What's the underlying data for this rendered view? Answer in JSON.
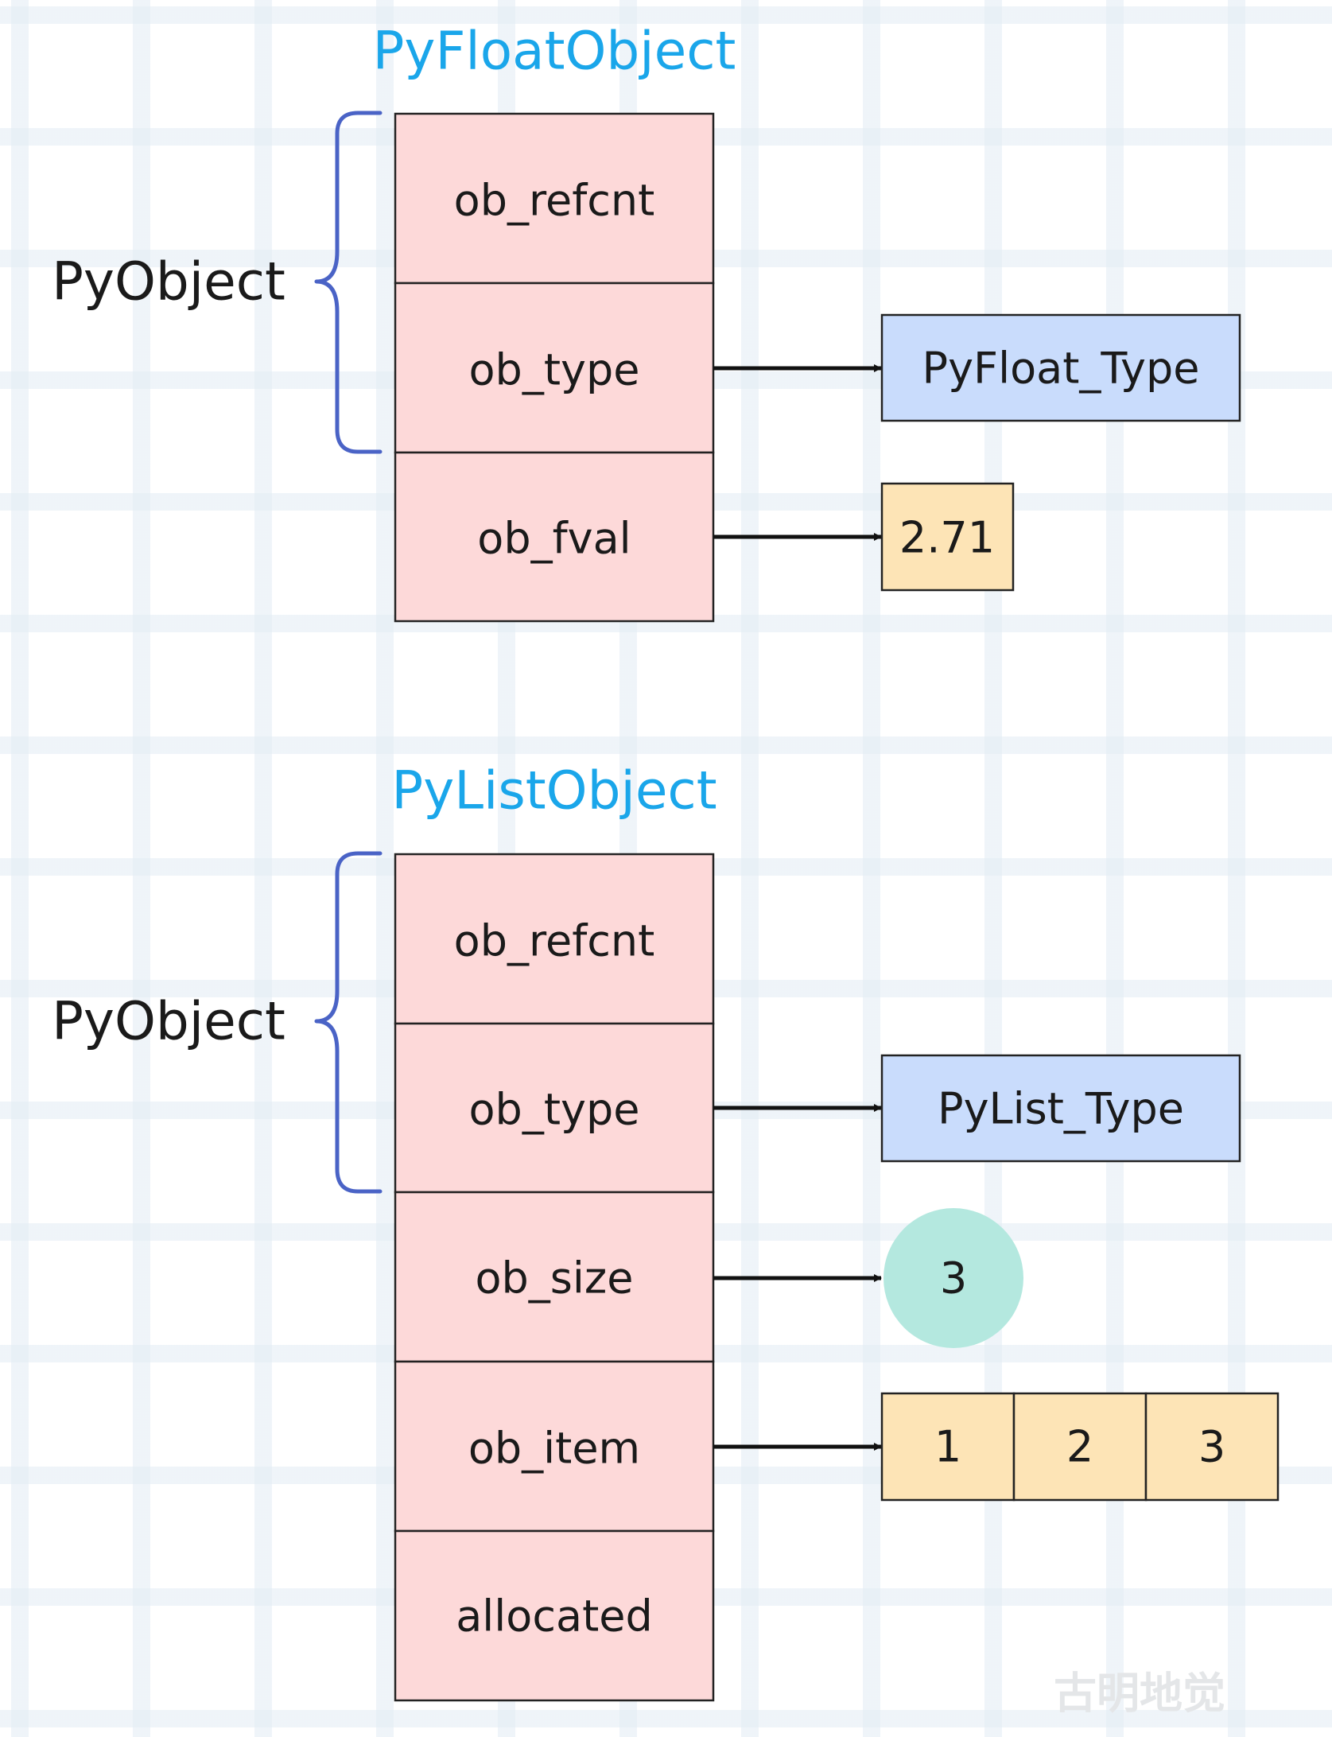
{
  "colors": {
    "title": "#1aa6ea",
    "field_fill": "#fdd9d9",
    "type_box_fill": "#c9dcfc",
    "value_box_fill": "#fde4b6",
    "circle_fill": "#b4e8df",
    "brace": "#4a63c6",
    "text": "#1a1a1a",
    "watermark": "#e4e6e8"
  },
  "icons": {
    "brace": "left-curly-brace",
    "arrow": "right-arrow"
  },
  "float_object": {
    "title": "PyFloatObject",
    "group_label": "PyObject",
    "fields": [
      "ob_refcnt",
      "ob_type",
      "ob_fval"
    ],
    "type_box": "PyFloat_Type",
    "value_box": "2.71"
  },
  "list_object": {
    "title": "PyListObject",
    "group_label": "PyObject",
    "fields": [
      "ob_refcnt",
      "ob_type",
      "ob_size",
      "ob_item",
      "allocated"
    ],
    "type_box": "PyList_Type",
    "size_circle": "3",
    "items": [
      "1",
      "2",
      "3"
    ]
  },
  "watermark": "古明地觉"
}
